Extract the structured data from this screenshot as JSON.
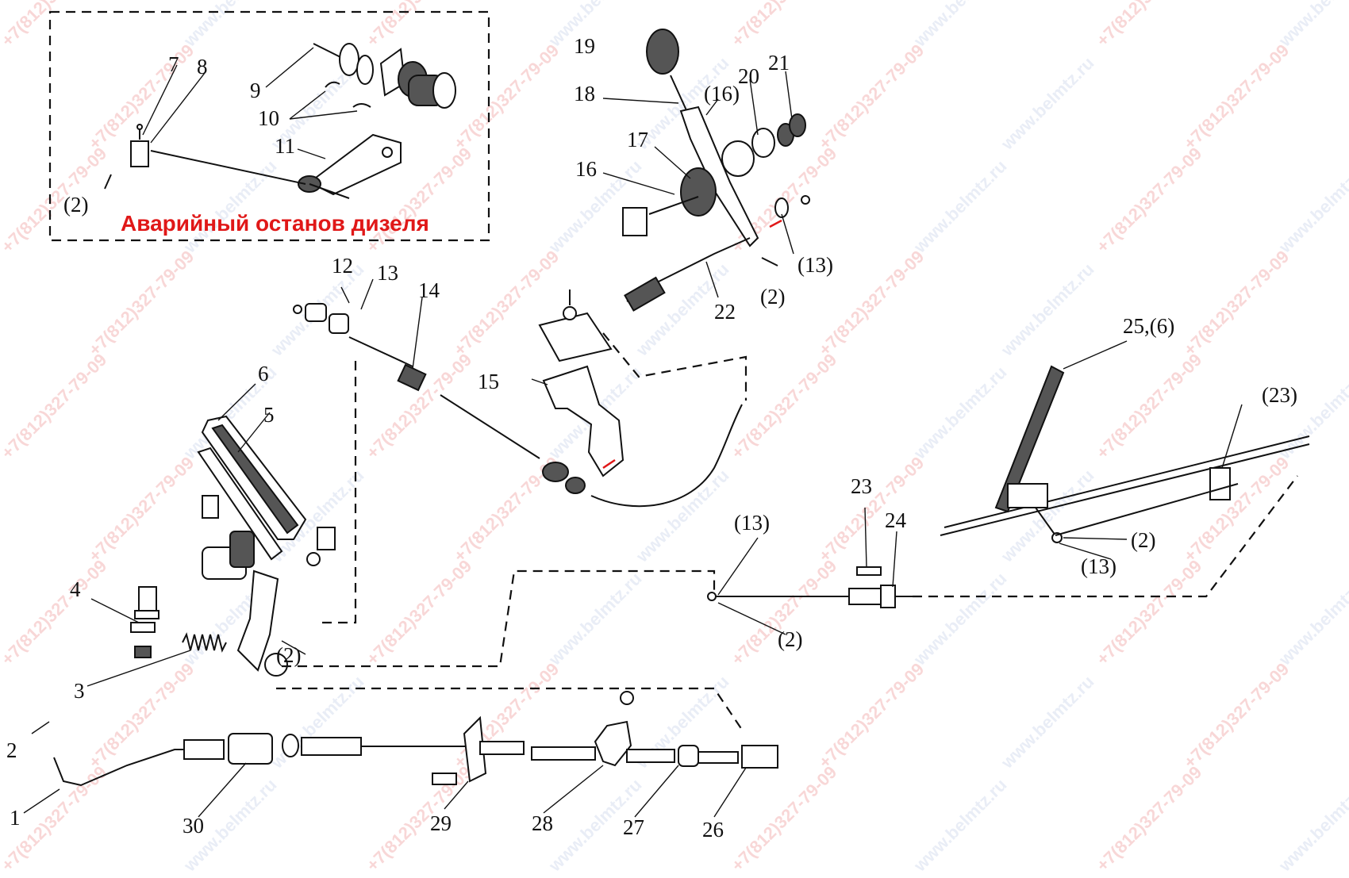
{
  "title": "Аварийный останов дизеля",
  "watermarks": [
    "+7(812)327-79-09",
    "www.belmtz.ru"
  ],
  "callouts": [
    "1",
    "2",
    "3",
    "4",
    "5",
    "6",
    "7",
    "8",
    "9",
    "10",
    "11",
    "12",
    "13",
    "14",
    "15",
    "16",
    "17",
    "18",
    "19",
    "20",
    "21",
    "22",
    "23",
    "24",
    "26",
    "27",
    "28",
    "29",
    "30",
    "25,(6)",
    "(2)",
    "(13)",
    "(16)",
    "(23)"
  ]
}
